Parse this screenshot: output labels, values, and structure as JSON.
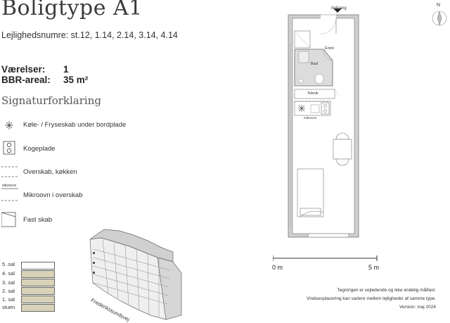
{
  "header": {
    "title": "Boligtype A1",
    "subtitle": "Lejlighedsnumre: st.12, 1.14, 2.14, 3.14, 4.14"
  },
  "specs": {
    "rooms_label": "Værelser:",
    "rooms_value": "1",
    "area_label": "BBR-areal:",
    "area_value": "35 m²"
  },
  "legend": {
    "title": "Signaturforklaring",
    "items": [
      {
        "label": "Køle- / Fryseskab under bordplade",
        "icon": "fridge-freezer-icon"
      },
      {
        "label": "Kogeplade",
        "icon": "hob-icon"
      },
      {
        "label": "Overskab, køkken",
        "icon": "upper-cabinet-icon"
      },
      {
        "label": "Mikroovn i overskab",
        "icon": "microwave-cabinet-icon",
        "icon_text": "mikroovn"
      },
      {
        "label": "Fast skab",
        "icon": "fixed-wardrobe-icon"
      }
    ]
  },
  "floors": {
    "items": [
      {
        "label": "5 .sal",
        "current": true
      },
      {
        "label": "4. sal",
        "current": false
      },
      {
        "label": "3. sal",
        "current": false
      },
      {
        "label": "2. sal",
        "current": false
      },
      {
        "label": "1. sal",
        "current": false
      },
      {
        "label": "stuen",
        "current": false
      }
    ]
  },
  "building": {
    "street": "Frederikssundsvej"
  },
  "plan": {
    "entrance": "Indgang",
    "entry": "Entré",
    "bath": "Bad",
    "technical": "Teknik",
    "microwave": "mikroovn",
    "north": "N"
  },
  "scale": {
    "start": "0 m",
    "end": "5 m"
  },
  "notes": {
    "line1": "Tegningen er vejledende og ikke endelig målfast.",
    "line2": "Vinduesplacering kan variere mellem lejligheder af samme type.",
    "line3": "Version: maj 2024"
  },
  "colors": {
    "wall": "#777777",
    "wall_fill": "#cfcfcf",
    "bath_floor": "#dcdcdc",
    "floor_box": "#d8d2b8",
    "text": "#2b2b2b"
  }
}
